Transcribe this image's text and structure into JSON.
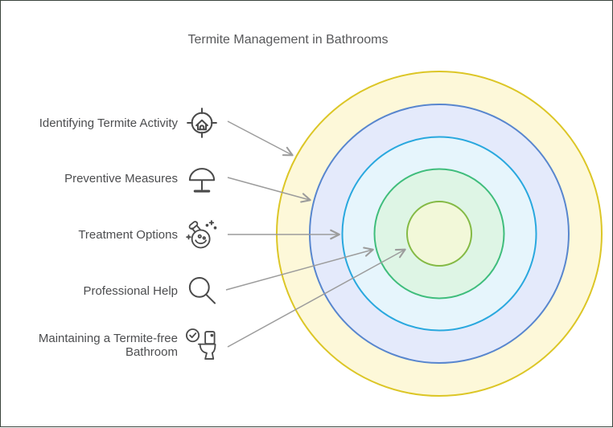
{
  "page": {
    "title": "Termite Management in Bathrooms",
    "background": "#ffffff",
    "border_color": "#3a443c",
    "title_color": "#57585a"
  },
  "diagram": {
    "type": "onion-concentric",
    "label_color": "#4c4d4f",
    "icon_color": "#4a4a4a",
    "arrow_color": "#9c9c9c",
    "items": [
      {
        "label": "Identifying Termite Activity",
        "icon": "target-home-icon",
        "ring": 1
      },
      {
        "label": "Preventive Measures",
        "icon": "dome-cover-icon",
        "ring": 2
      },
      {
        "label": "Treatment Options",
        "icon": "potion-flask-icon",
        "ring": 3
      },
      {
        "label": "Professional Help",
        "icon": "magnifier-icon",
        "ring": 4
      },
      {
        "label": "Maintaining a Termite-free\nBathroom",
        "icon": "toilet-check-icon",
        "ring": 5
      }
    ],
    "rings": [
      {
        "level": 1,
        "stroke": "#dcc626",
        "fill": "#fdf8d9"
      },
      {
        "level": 2,
        "stroke": "#5886ce",
        "fill": "#e4eafb"
      },
      {
        "level": 3,
        "stroke": "#29a8de",
        "fill": "#e6f5fc"
      },
      {
        "level": 4,
        "stroke": "#3fbd7c",
        "fill": "#def5e5"
      },
      {
        "level": 5,
        "stroke": "#84ba45",
        "fill": "#f2f8d9"
      }
    ]
  }
}
